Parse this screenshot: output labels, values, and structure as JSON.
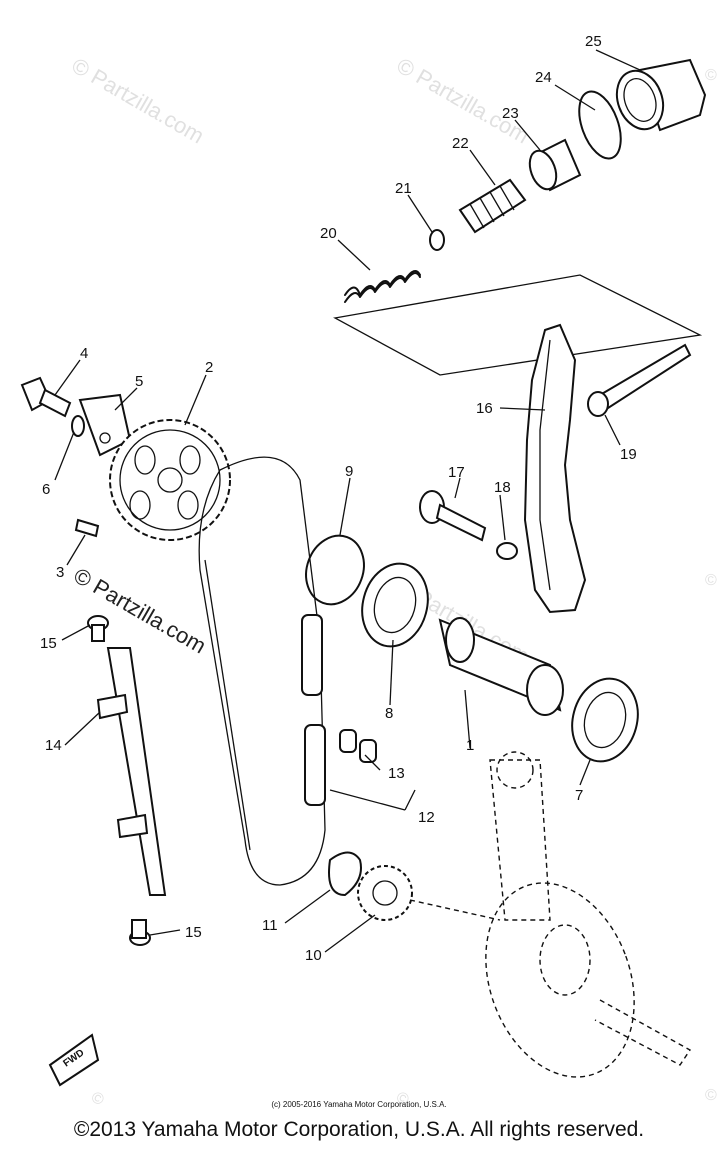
{
  "watermark": {
    "text": "© Partzilla.com",
    "brand": "Partzilla.com",
    "symbol": "©"
  },
  "fwd_label": "FWD",
  "callouts": [
    {
      "num": "1"
    },
    {
      "num": "2"
    },
    {
      "num": "3"
    },
    {
      "num": "4"
    },
    {
      "num": "5"
    },
    {
      "num": "6"
    },
    {
      "num": "7"
    },
    {
      "num": "8"
    },
    {
      "num": "9"
    },
    {
      "num": "10"
    },
    {
      "num": "11"
    },
    {
      "num": "12"
    },
    {
      "num": "13"
    },
    {
      "num": "14"
    },
    {
      "num": "15"
    },
    {
      "num": "15"
    },
    {
      "num": "16"
    },
    {
      "num": "17"
    },
    {
      "num": "18"
    },
    {
      "num": "19"
    },
    {
      "num": "20"
    },
    {
      "num": "21"
    },
    {
      "num": "22"
    },
    {
      "num": "23"
    },
    {
      "num": "24"
    },
    {
      "num": "25"
    }
  ],
  "copyright_small": "(c) 2005-2016 Yamaha Motor Corporation, U.S.A.",
  "copyright_main": "©2013 Yamaha Motor Corporation, U.S.A. All rights reserved."
}
